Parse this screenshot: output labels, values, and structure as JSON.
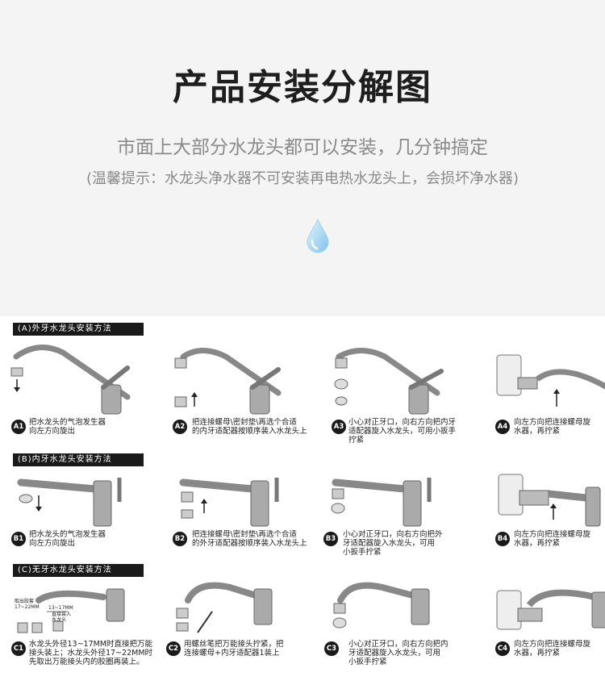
{
  "header": {
    "title": "产品安装分解图",
    "subtitle": "市面上大部分水龙头都可以安装，几分钟搞定",
    "note": "(温馨提示：水龙头净水器不可安装再电热水龙头上，会损坏净水器)"
  },
  "icons": {
    "drop": "water-drop-icon"
  },
  "colors": {
    "header_bg": "#f4f4f4",
    "panel_bg": "#ffffff",
    "badge": "#1a1a1a",
    "text_gray": "#8a8a8a"
  },
  "sections": [
    {
      "heading": "(A)外牙水龙头安装方法",
      "steps": [
        {
          "badge": "A1",
          "caption": "把水龙头的气泡发生器\n向左方向旋出"
        },
        {
          "badge": "A2",
          "caption": "把连接螺母\\密封垫\\再选个合适\n的内牙适配器按顺序装入水龙头上"
        },
        {
          "badge": "A3",
          "caption": "小心对正牙口，向右方向把内牙\n适配器旋入水龙头，可用小扳手\n拧紧"
        },
        {
          "badge": "A4",
          "caption": "向左方向把连接螺母旋\n水器，再拧紧"
        }
      ]
    },
    {
      "heading": "(B)内牙水龙头安装方法",
      "steps": [
        {
          "badge": "B1",
          "caption": "把水龙头的气泡发生器\n向左方向旋出"
        },
        {
          "badge": "B2",
          "caption": "把连接螺母\\密封垫\\再选个合适\n的外牙适配器按顺序装入水龙头上"
        },
        {
          "badge": "B3",
          "caption": "小心对正牙口，向右方向把外\n牙适配器旋入水龙头，可用\n小扳手拧紧"
        },
        {
          "badge": "B4",
          "caption": "向左方向把连接螺母旋\n水器，再拧紧"
        }
      ]
    },
    {
      "heading": "(C)无牙水龙头安装方法",
      "labels": {
        "outer": "取出胶套\n17~22MM",
        "inner_size": "13~17MM",
        "inner": "直接装入\n水龙头"
      },
      "steps": [
        {
          "badge": "C1",
          "caption": "水龙头外径13~17MM时直接把万能\n接头装上；水龙头外径17~22MM时\n先取出万能接头内的胶圈再装上。"
        },
        {
          "badge": "C2",
          "caption": "用螺丝笔把万能接头拧紧，把\n连接螺母+内牙适配器1装上"
        },
        {
          "badge": "C3",
          "caption": "小心对正牙口，向右方向把内\n牙适配器旋入水龙头，可用\n小扳手拧紧"
        },
        {
          "badge": "C4",
          "caption": "向左方向把连接螺母旋\n水器，再拧紧"
        }
      ]
    }
  ]
}
